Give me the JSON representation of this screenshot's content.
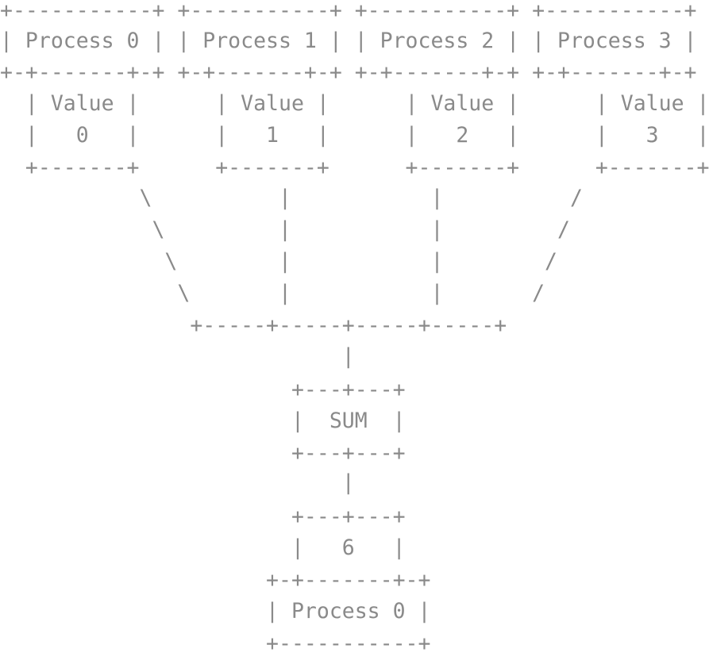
{
  "diagram": {
    "text_color": "#8a8a8a",
    "background_color": "#ffffff",
    "lines": [
      "+-----------+ +-----------+ +-----------+ +-----------+",
      "| Process 0 | | Process 1 | | Process 2 | | Process 3 |",
      "+-+-------+-+ +-+-------+-+ +-+-------+-+ +-+-------+-+",
      "  | Value |      | Value |      | Value |      | Value |",
      "  |   0   |      |   1   |      |   2   |      |   3   |",
      "  +-------+      +-------+      +-------+      +-------+",
      "           \\          |           |          /",
      "            \\         |           |         /",
      "             \\        |           |        /",
      "              \\       |           |       /",
      "               +-----+-----+-----+-----+",
      "                           |",
      "                       +---+---+",
      "                       |  SUM  |",
      "                       +---+---+",
      "                           |",
      "                       +---+---+",
      "                       |   6   |",
      "                     +-+-------+-+",
      "                     | Process 0 |",
      "                     +-----------+"
    ]
  }
}
